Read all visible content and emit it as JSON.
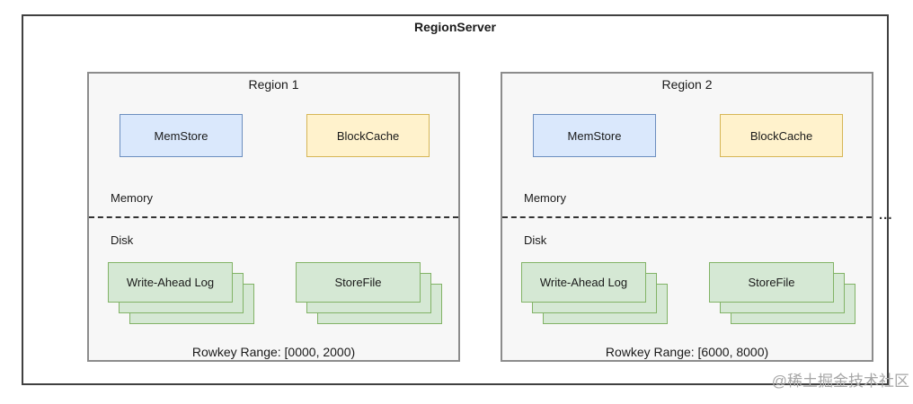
{
  "title": "RegionServer",
  "ellipsis": "...",
  "watermark": "@稀土掘金技术社区",
  "colors": {
    "memstore_fill": "#dae8fc",
    "memstore_border": "#6c8ebf",
    "blockcache_fill": "#fff2cc",
    "blockcache_border": "#d6b656",
    "file_fill": "#d5e8d4",
    "file_border": "#82b366",
    "region_fill": "#f7f7f7",
    "region_border": "#8c8c8c",
    "outer_border": "#404040"
  },
  "regions": [
    {
      "title": "Region 1",
      "memstore_label": "MemStore",
      "blockcache_label": "BlockCache",
      "memory_label": "Memory",
      "disk_label": "Disk",
      "wal_label": "Write-Ahead Log",
      "storefile_label": "StoreFile",
      "rowkey_range": "Rowkey Range: [0000, 2000)"
    },
    {
      "title": "Region 2",
      "memstore_label": "MemStore",
      "blockcache_label": "BlockCache",
      "memory_label": "Memory",
      "disk_label": "Disk",
      "wal_label": "Write-Ahead Log",
      "storefile_label": "StoreFile",
      "rowkey_range": "Rowkey Range: [6000, 8000)"
    }
  ]
}
